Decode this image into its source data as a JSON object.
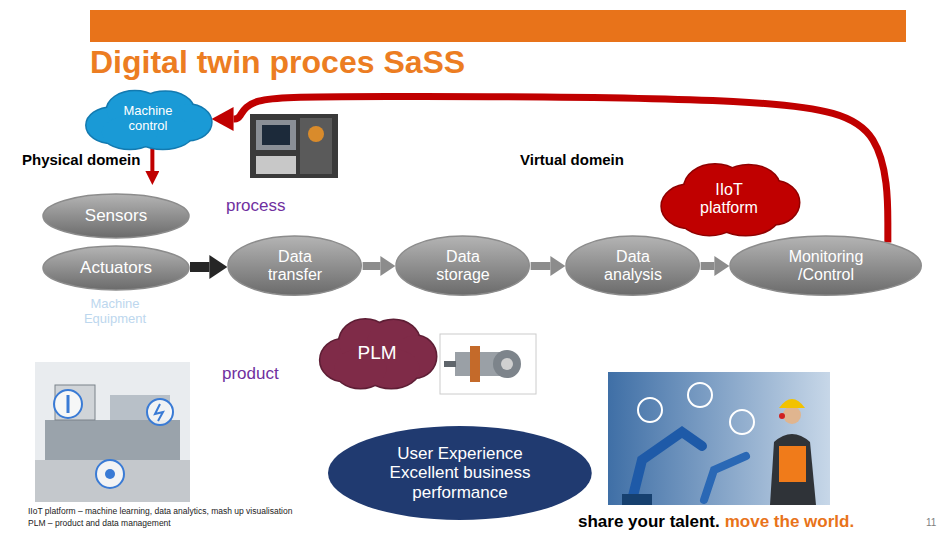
{
  "diagram": {
    "title": "Digital twin proces SaSS",
    "nodes": [
      {
        "text": [
          "Machine control"
        ]
      },
      {
        "text": [
          "Physical domein"
        ]
      },
      {
        "text": [
          "Machine Equipment"
        ],
        "in": 1
      },
      {
        "text": [
          "Sensors"
        ],
        "in": 2
      },
      {
        "text": [
          "Actuators"
        ],
        "in": 2
      },
      {
        "text": [
          "Virtual domein"
        ]
      },
      {
        "text": [
          "IIoT platform"
        ],
        "in": 5
      },
      {
        "text": [
          "Data transfer"
        ],
        "in": 5
      },
      {
        "text": [
          "Data storage"
        ],
        "in": 5
      },
      {
        "text": [
          "Data analysis"
        ],
        "in": 5
      },
      {
        "text": [
          "Monitoring /Control"
        ],
        "in": 5
      },
      {
        "text": [
          "PLM"
        ],
        "in": 5
      },
      {
        "text": [
          "User Experience Excellent business performance"
        ]
      }
    ],
    "edges": [
      {
        "from": 4,
        "to": 7,
        "arrow": "to"
      },
      {
        "from": 7,
        "to": 8,
        "arrow": "to"
      },
      {
        "from": 8,
        "to": 9,
        "arrow": "to"
      },
      {
        "from": 9,
        "to": 10,
        "arrow": "to"
      },
      {
        "from": 10,
        "to": 0,
        "arrow": "to"
      },
      {
        "from": 0,
        "to": 2,
        "arrow": "to"
      }
    ],
    "labels": [
      "process",
      "product",
      "IIoT platform – machine learning, data analytics, mash up visualisation",
      "PLM – product and data management",
      "share your talent.",
      "move the world.",
      "11"
    ]
  }
}
